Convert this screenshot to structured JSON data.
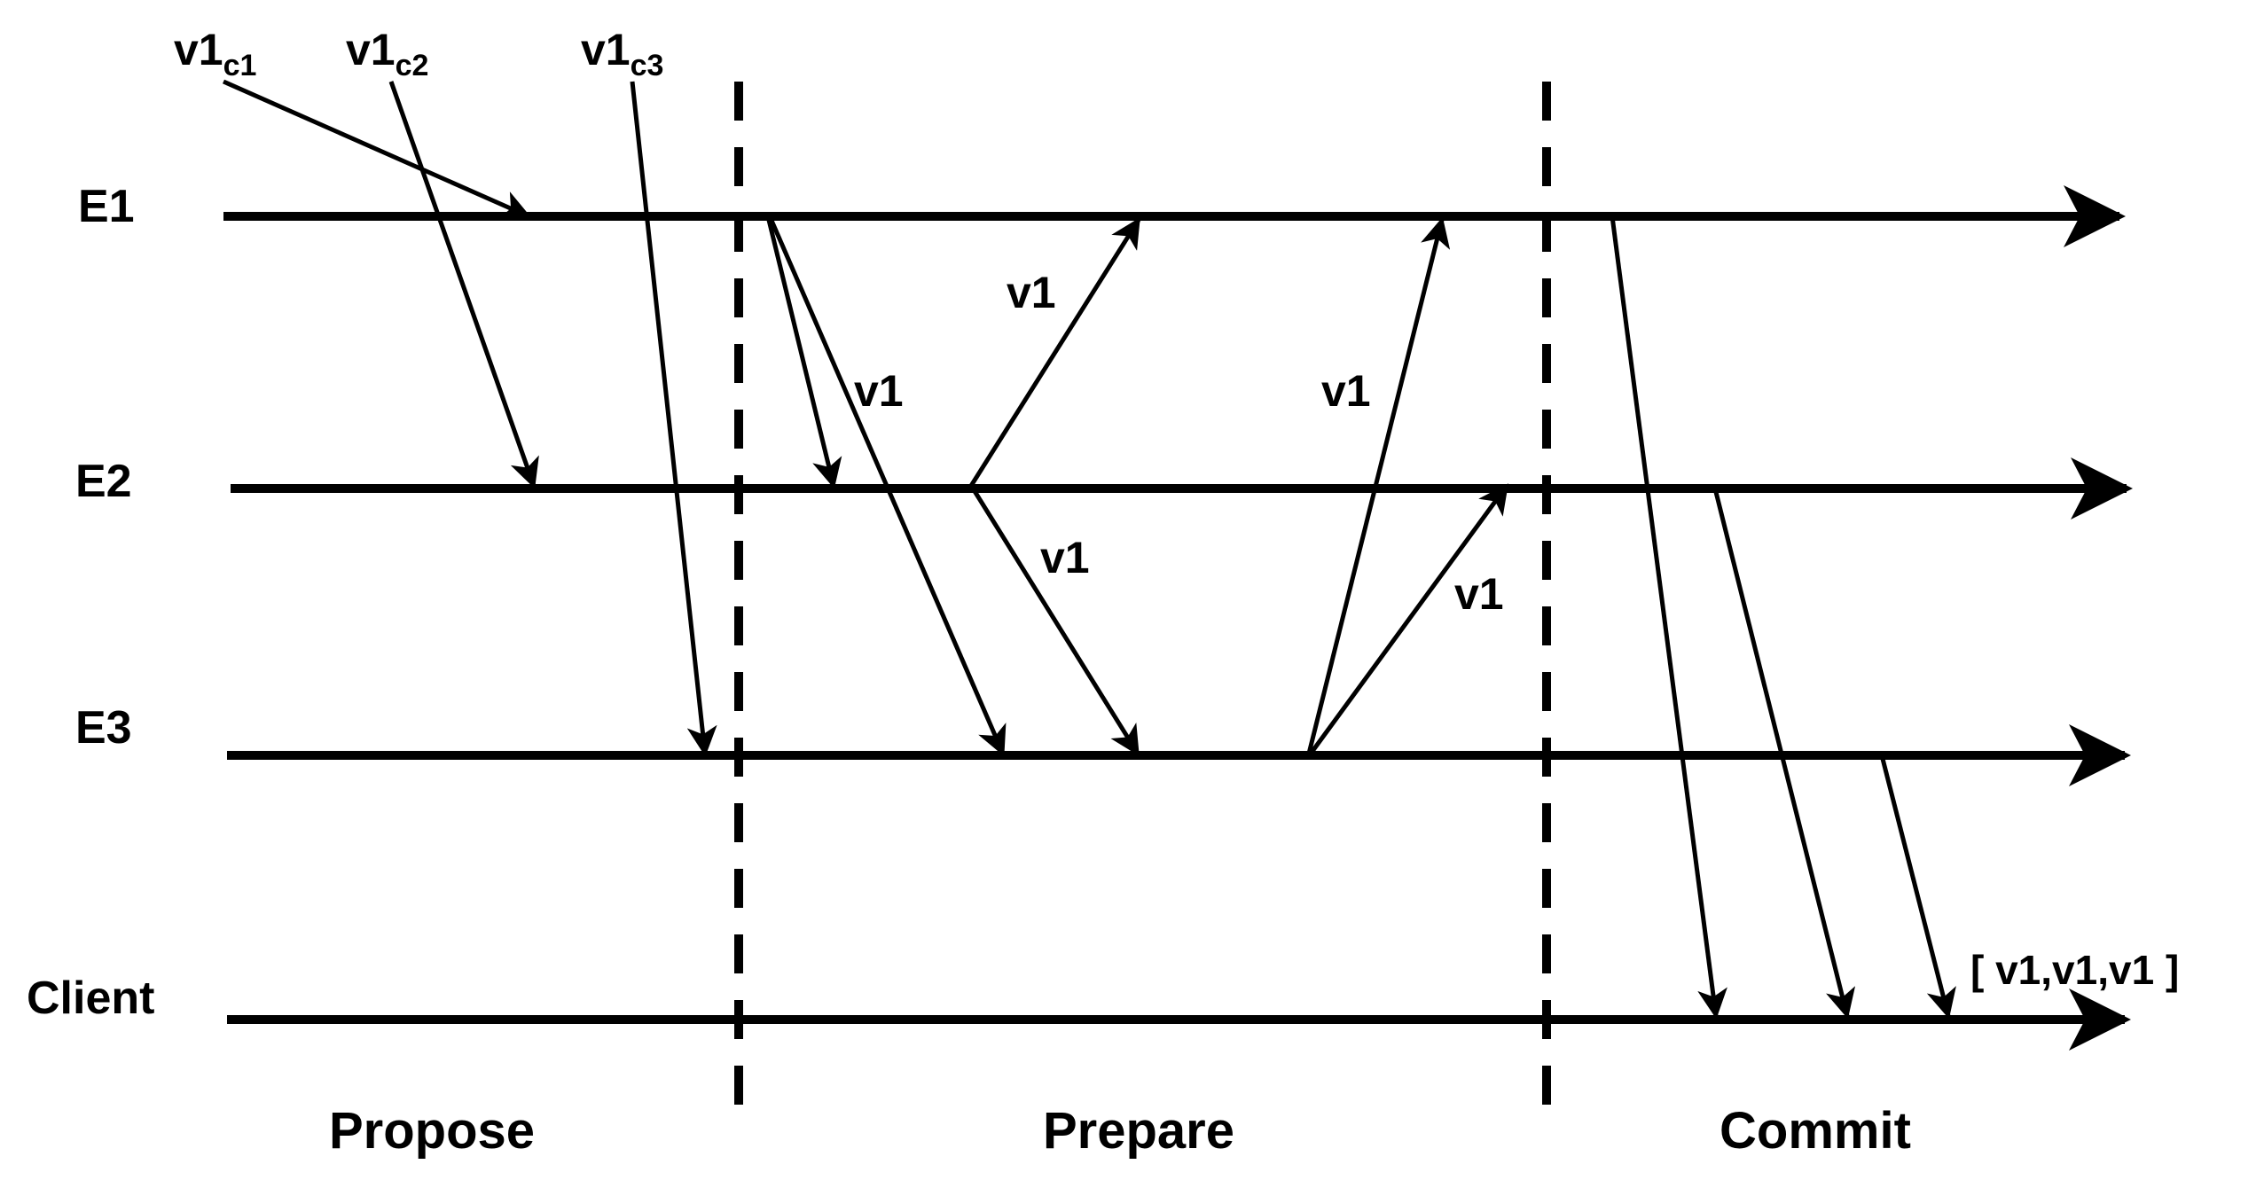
{
  "lanes": [
    {
      "id": "E1",
      "label": "E1"
    },
    {
      "id": "E2",
      "label": "E2"
    },
    {
      "id": "E3",
      "label": "E3"
    },
    {
      "id": "Client",
      "label": "Client"
    }
  ],
  "phases": [
    "Propose",
    "Prepare",
    "Commit"
  ],
  "sources": [
    {
      "base": "v1",
      "sub": "c1"
    },
    {
      "base": "v1",
      "sub": "c2"
    },
    {
      "base": "v1",
      "sub": "c3"
    }
  ],
  "messages": {
    "prepare_e2_e1": "v1",
    "prepare_e1_e3": "v1",
    "prepare_e2_e3": "v1",
    "prepare_e3_e1": "v1",
    "prepare_e3_e2": "v1"
  },
  "client_result": "[ v1,v1,v1 ]",
  "colors": {
    "ink": "#000000",
    "background": "#ffffff"
  }
}
